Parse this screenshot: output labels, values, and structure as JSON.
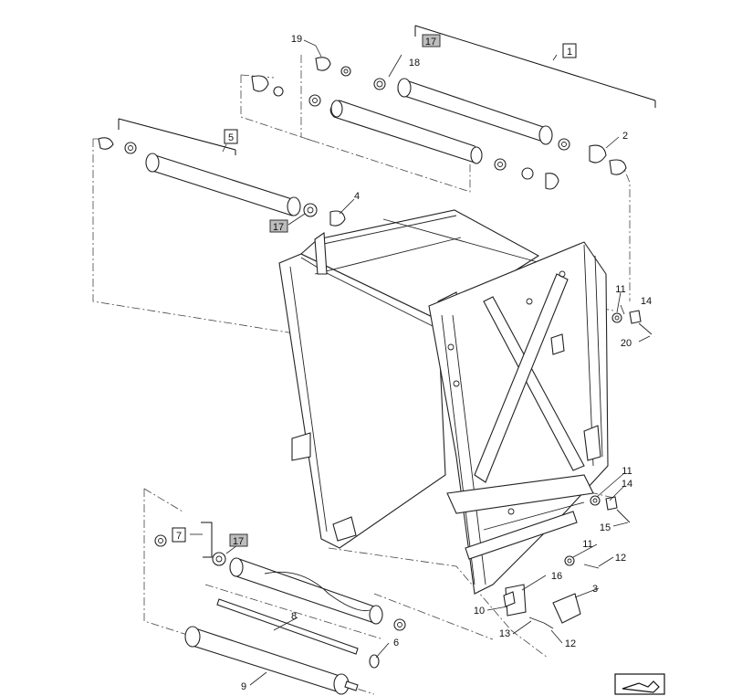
{
  "callouts": {
    "c1": "1",
    "c2": "2",
    "c3": "3",
    "c4": "4",
    "c5": "5",
    "c6": "6",
    "c7": "7",
    "c8": "8",
    "c9": "9",
    "c10": "10",
    "c11a": "11",
    "c11b": "11",
    "c11c": "11",
    "c12a": "12",
    "c12b": "12",
    "c13": "13",
    "c14a": "14",
    "c14b": "14",
    "c15": "15",
    "c16": "16",
    "c17a": "17",
    "c17b": "17",
    "c17c": "17",
    "c18": "18",
    "c19": "19",
    "c20": "20"
  },
  "icons": {
    "nav": "next-page-arrow-icon"
  }
}
